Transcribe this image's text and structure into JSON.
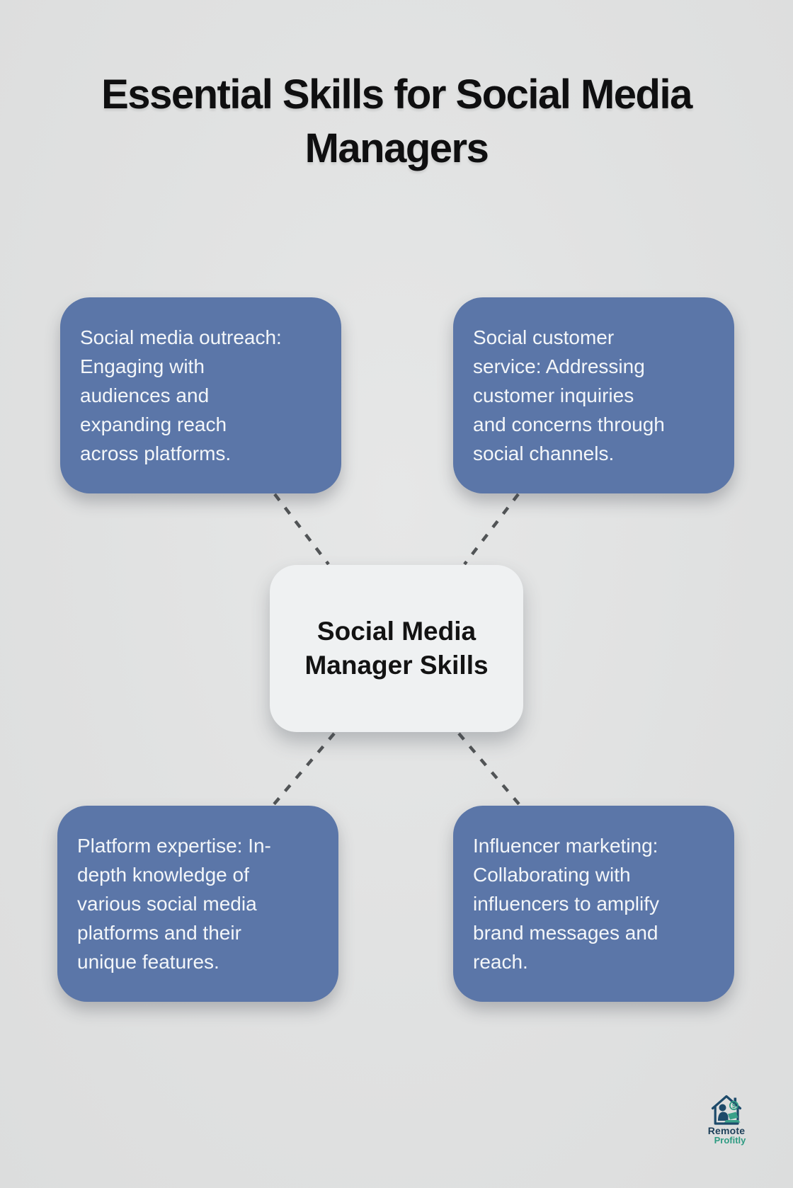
{
  "title": "Essential Skills for Social Media\nManagers",
  "center_card": {
    "label": "Social Media\nManager Skills"
  },
  "skill_cards": [
    {
      "id": "social-media-outreach",
      "text": "Social media outreach:\nEngaging with\naudiences and\nexpanding reach\nacross platforms."
    },
    {
      "id": "social-customer-service",
      "text": "Social customer\nservice: Addressing\ncustomer inquiries\nand concerns through\nsocial channels."
    },
    {
      "id": "platform-expertise",
      "text": "Platform expertise: In-\ndepth knowledge of\nvarious social media\nplatforms and their\nunique features."
    },
    {
      "id": "influencer-marketing",
      "text": "Influencer marketing:\nCollaborating with\ninfluencers to amplify\nbrand messages and\nreach."
    }
  ],
  "logo": {
    "name_line1": "Remote",
    "name_line2": "Profitly",
    "icon": "house-remote-worker-icon",
    "dollar_symbol": "$"
  },
  "colors": {
    "background": "#e0e1e1",
    "card_blue": "#5b76a8",
    "card_text": "#f3f6f9",
    "center_card_bg": "#eff1f2",
    "title_text": "#0f0f10",
    "connector_gray": "#515456",
    "logo_navy": "#1c3e58",
    "logo_teal": "#2e9b82"
  }
}
